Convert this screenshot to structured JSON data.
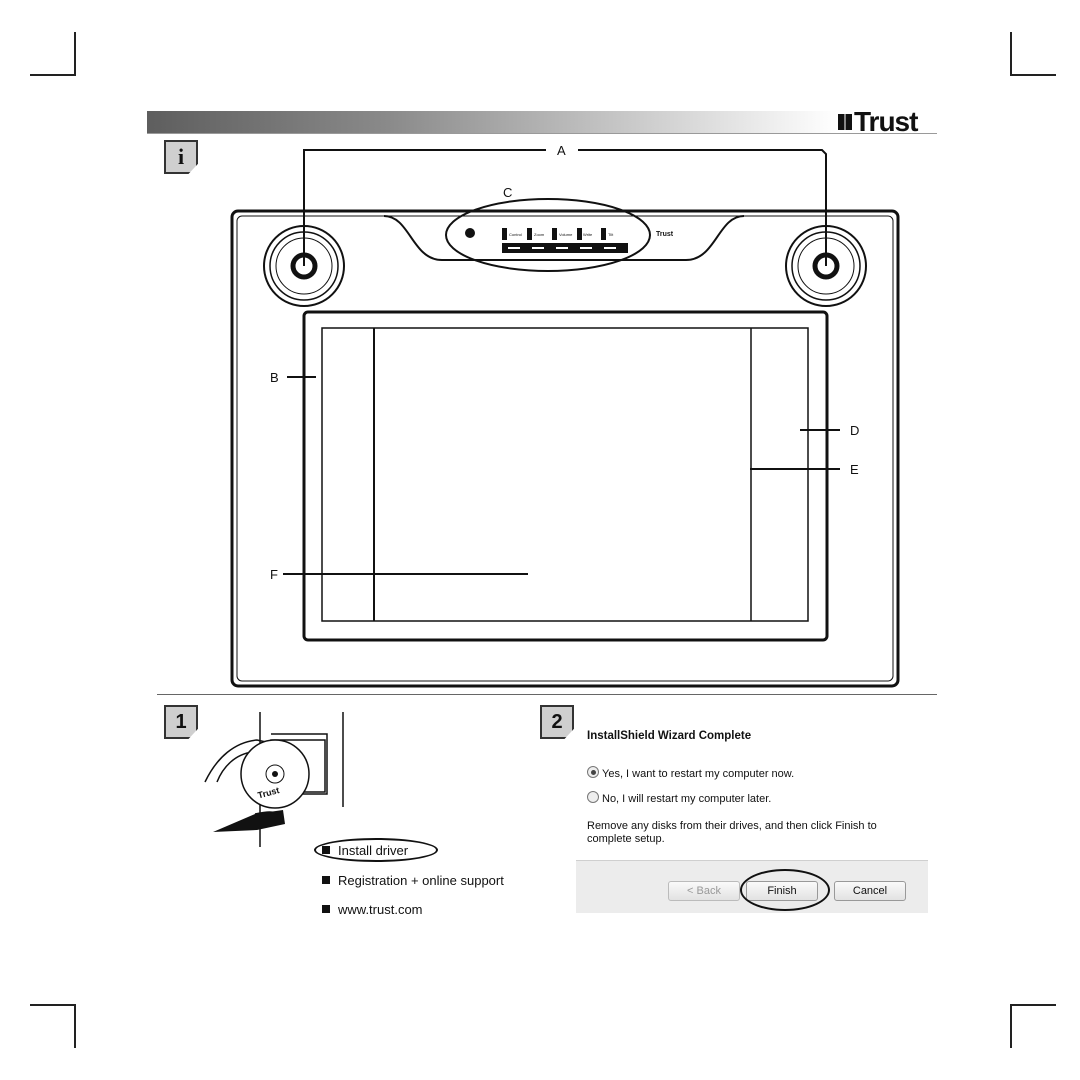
{
  "header": {
    "brand": "Trust"
  },
  "info_box": {
    "glyph": "i"
  },
  "callouts": {
    "a": "A",
    "b": "B",
    "c": "C",
    "d": "D",
    "e": "E",
    "f": "F"
  },
  "tablet": {
    "logo": "Trust",
    "indicator_labels": [
      "Control",
      "Zoom",
      "Volume",
      "Write",
      "Tilt"
    ]
  },
  "step1": {
    "number": "1",
    "disc_label": "Trust",
    "menu": [
      "Install driver",
      "Registration + online support",
      "www.trust.com"
    ]
  },
  "step2": {
    "number": "2",
    "wizard": {
      "title": "InstallShield Wizard Complete",
      "option_yes": "Yes, I want to restart my computer now.",
      "option_no": "No, I will restart my computer later.",
      "selected": "yes",
      "message": "Remove any disks from their drives, and then click Finish to complete setup.",
      "back_label": "< Back",
      "finish_label": "Finish",
      "cancel_label": "Cancel"
    }
  },
  "colors": {
    "ink": "#111111",
    "box_fill": "#cfcfcf",
    "rule": "#9a9a9a"
  }
}
